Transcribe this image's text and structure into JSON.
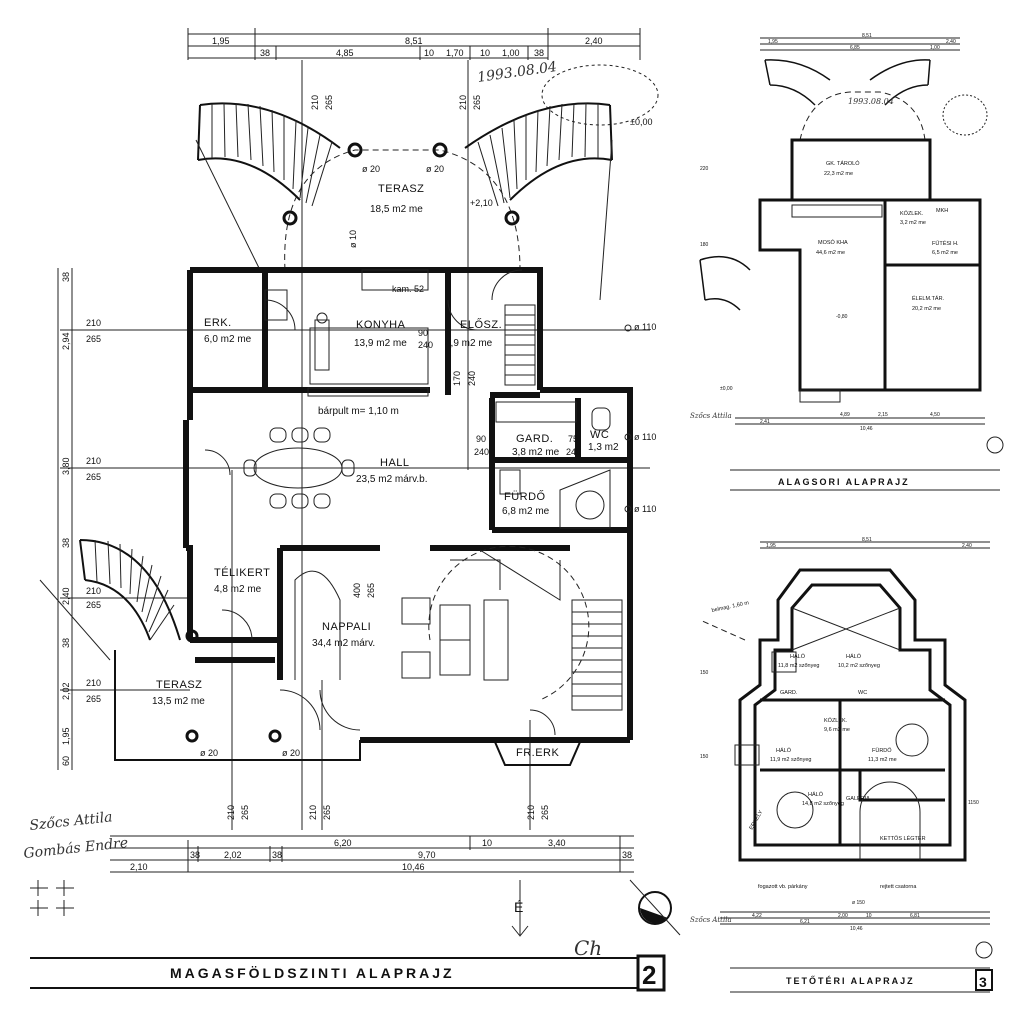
{
  "main_plan": {
    "title": "MAGASFÖLDSZINTI ALAPRAJZ",
    "sheet_no": "2",
    "stamp_date": "1993.08.04",
    "top_dims": [
      "1,95",
      "8,51",
      "2,40",
      "38",
      "4,85",
      "10",
      "1,70",
      "10",
      "1,00",
      "38"
    ],
    "bottom_dims": [
      "6,20",
      "10",
      "3,40",
      "38",
      "2,02",
      "38",
      "9,70",
      "38",
      "2,10",
      "10,46"
    ],
    "left_dims": [
      "38",
      "2,94",
      "3,80",
      "38",
      "2,40",
      "38",
      "2,02",
      "1,95",
      "60"
    ],
    "opening_dims": [
      "210",
      "265"
    ],
    "rooms": [
      {
        "name": "TERASZ",
        "area": "18,5 m2 me"
      },
      {
        "name": "ERK.",
        "area": "6,0 m2 me"
      },
      {
        "name": "KONYHA",
        "area": "13,9 m2 me"
      },
      {
        "name": "ELŐSZ.",
        "area": "4,9 m2 me"
      },
      {
        "name": "HALL",
        "area": "23,5 m2 márv.b."
      },
      {
        "name": "GARD.",
        "area": "3,8 m2 me"
      },
      {
        "name": "WC",
        "area": "1,3 m2"
      },
      {
        "name": "FÜRDŐ",
        "area": "6,8 m2 me"
      },
      {
        "name": "TÉLIKERT",
        "area": "4,8 m2 me"
      },
      {
        "name": "NAPPALI",
        "area": "34,4 m2 márv."
      },
      {
        "name": "TERASZ",
        "area": "13,5 m2 me"
      },
      {
        "name": "FR.ERK",
        "area": ""
      }
    ],
    "labels": {
      "barpult": "bárpult m= 1,10 m",
      "kam": "kam. 52",
      "phi20": "ø 20",
      "phi10": "ø 10",
      "phi110": "ø 110",
      "plus210": "+2,10",
      "plus000": "±0,00",
      "d400": "400",
      "d265": "265",
      "d90": "90",
      "d240": "240",
      "d170": "170",
      "d75": "75",
      "north": "É"
    },
    "signatures": [
      "Szőcs Attila",
      "Gombás Endre"
    ]
  },
  "basement_plan": {
    "title": "ALAGSORI ALAPRAJZ",
    "top_dims": [
      "1,95",
      "8,51",
      "2,40",
      "6,85",
      "1,00"
    ],
    "bottom_dims": [
      "2,41",
      "4,89",
      "2,15",
      "4,50",
      "10,46"
    ],
    "rooms": [
      {
        "name": "GK. TÁROLÓ",
        "area": "22,3 m2 me"
      },
      {
        "name": "MOSÓ KHA",
        "area": "44,6 m2 me"
      },
      {
        "name": "FŰTÉSI H.",
        "area": "6,5 m2 me"
      },
      {
        "name": "ÉLELM.TÁR.",
        "area": "20,2 m2 me"
      },
      {
        "name": "KÖZLEK.",
        "area": "3,2 m2 me"
      },
      {
        "name": "MKH",
        "area": ""
      }
    ],
    "labels": {
      "minus080": "-0,80",
      "plus000": "±0,00",
      "d220": "220",
      "d180": "180"
    }
  },
  "attic_plan": {
    "title": "TETŐTÉRI ALAPRAJZ",
    "sheet_no": "3",
    "top_dims": [
      "1,95",
      "8,51",
      "2,40"
    ],
    "bottom_dims": [
      "4,22",
      "6,21",
      "2,00",
      "10",
      "6,81",
      "10,46"
    ],
    "rooms": [
      {
        "name": "HÁLÓ",
        "area": "11,8 m2 szőnyeg"
      },
      {
        "name": "HÁLÓ",
        "area": "10,2 m2 szőnyeg"
      },
      {
        "name": "KÖZLEK.",
        "area": "9,6 m2 me"
      },
      {
        "name": "HÁLÓ",
        "area": "11,9 m2 szőnyeg"
      },
      {
        "name": "FÜRDŐ",
        "area": "11,3 m2 me"
      },
      {
        "name": "HÁLÓ",
        "area": "14,8 m2 szőnyeg"
      },
      {
        "name": "GALÉRIA",
        "area": ""
      },
      {
        "name": "GARD.",
        "area": ""
      },
      {
        "name": "WC",
        "area": ""
      },
      {
        "name": "ERKÉLY",
        "area": ""
      }
    ],
    "labels": {
      "kettos": "KETTŐS LÉGTÉR",
      "fogas": "fogazott vb. párkány",
      "rejtett": "rejtett csatorna",
      "belmag": "belmag. 1,60 m",
      "phi150": "ø 150",
      "d150": "150",
      "d1150": "1150"
    }
  }
}
